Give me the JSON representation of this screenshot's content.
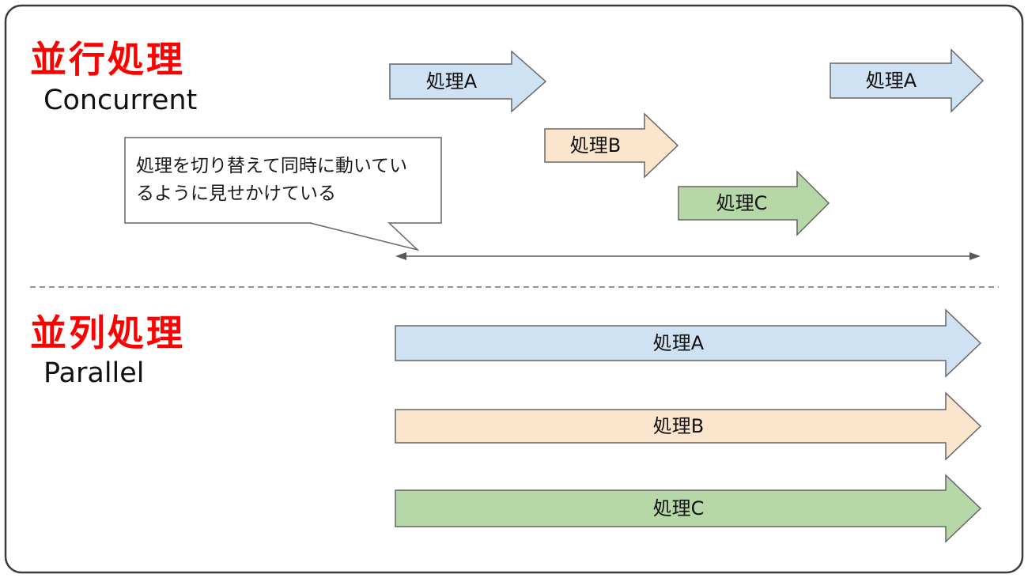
{
  "diagram": {
    "top": {
      "title": "並行処理",
      "subtitle": "Concurrent",
      "callout": {
        "lines": [
          "処理を切り替えて同時に動いてい",
          "るように見せかけている"
        ]
      },
      "arrow_a1": "処理A",
      "arrow_b": "処理B",
      "arrow_c": "処理C",
      "arrow_a2": "処理A"
    },
    "bottom": {
      "title": "並列処理",
      "subtitle": "Parallel",
      "arrow_a": "処理A",
      "arrow_b": "処理B",
      "arrow_c": "処理C"
    },
    "colors": {
      "title_red": "#ff0000",
      "process_a_fill": "#cfe2f3",
      "process_b_fill": "#fce5cd",
      "process_c_fill": "#b6d7a8",
      "shape_outline": "#666666",
      "timeline_stroke": "#595959",
      "frame_border": "#3d3d3d"
    }
  }
}
